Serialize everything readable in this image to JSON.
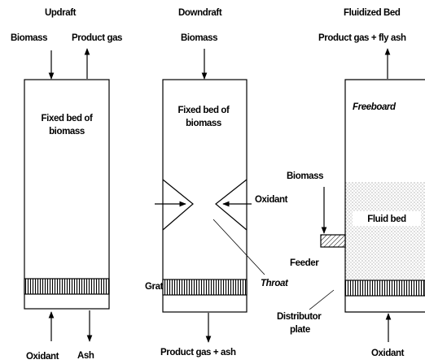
{
  "updraft": {
    "title": "Updraft",
    "biomass_in": "Biomass",
    "product_gas_out": "Product gas",
    "bed_label_line1": "Fixed bed of",
    "bed_label_line2": "biomass",
    "grate_label": "Grate",
    "oxidant_in": "Oxidant",
    "ash_out": "Ash"
  },
  "downdraft": {
    "title": "Downdraft",
    "biomass_in": "Biomass",
    "bed_label_line1": "Fixed bed of",
    "bed_label_line2": "biomass",
    "oxidant_label": "Oxidant",
    "throat_label": "Throat",
    "product_out": "Product gas + ash"
  },
  "fluidized": {
    "title": "Fluidized Bed",
    "product_out": "Product gas + fly ash",
    "freeboard_label": "Freeboard",
    "biomass_label": "Biomass",
    "fluid_bed_label": "Fluid bed",
    "feeder_label": "Feeder",
    "distributor_line1": "Distributor",
    "distributor_line2": "plate",
    "oxidant_in": "Oxidant"
  }
}
